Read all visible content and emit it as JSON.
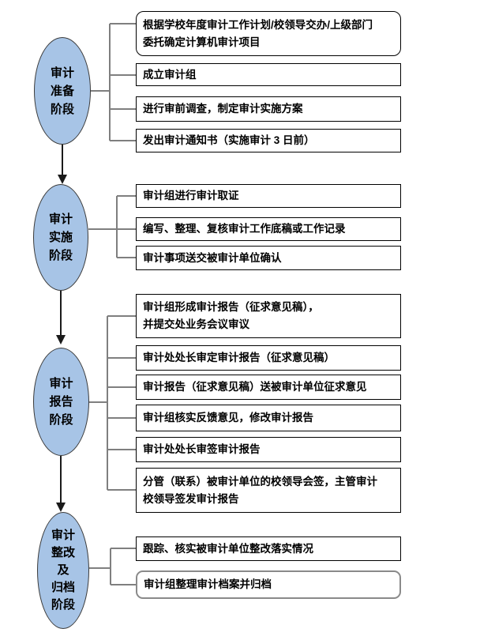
{
  "diagram": {
    "type": "flowchart",
    "colors": {
      "ellipse_fill": "#a7c4e6",
      "ellipse_border": "#3a3a3a",
      "box_border": "#000000",
      "rounded_box_border": "#8a8a8a",
      "connector": "#7f7f7f",
      "arrow": "#1a1a1a"
    },
    "stages": [
      {
        "id": "audit-preparation",
        "label_lines": [
          "审计",
          "准备",
          "阶段"
        ],
        "boxes": [
          {
            "shape": "rounded",
            "lines": [
              "根据学校年度审计工作计划/校领导交办/上级部门",
              "委托确定计算机审计项目"
            ]
          },
          {
            "shape": "rect",
            "lines": [
              "成立审计组"
            ]
          },
          {
            "shape": "rect",
            "lines": [
              "进行审前调查，制定审计实施方案"
            ]
          },
          {
            "shape": "rect",
            "lines": [
              "发出审计通知书（实施审计 3 日前）"
            ]
          }
        ]
      },
      {
        "id": "audit-implementation",
        "label_lines": [
          "审计",
          "实施",
          "阶段"
        ],
        "boxes": [
          {
            "shape": "rect",
            "lines": [
              "审计组进行审计取证"
            ]
          },
          {
            "shape": "rect",
            "lines": [
              "编写、整理、复核审计工作底稿或工作记录"
            ]
          },
          {
            "shape": "rect",
            "lines": [
              "审计事项送交被审计单位确认"
            ]
          }
        ]
      },
      {
        "id": "audit-report",
        "label_lines": [
          "审计",
          "报告",
          "阶段"
        ],
        "boxes": [
          {
            "shape": "rect",
            "lines": [
              "审计组形成审计报告（征求意见稿），",
              "并提交处业务会议审议"
            ]
          },
          {
            "shape": "rect",
            "lines": [
              "审计处处长审定审计报告（征求意见稿）"
            ]
          },
          {
            "shape": "rect",
            "lines": [
              "审计报告（征求意见稿）送被审计单位征求意见"
            ]
          },
          {
            "shape": "rect",
            "lines": [
              "审计组核实反馈意见，修改审计报告"
            ]
          },
          {
            "shape": "rect",
            "lines": [
              "审计处处长审签审计报告"
            ]
          },
          {
            "shape": "rect",
            "lines": [
              "分管（联系）被审计单位的校领导会签，主管审计",
              "校领导签发审计报告"
            ]
          }
        ]
      },
      {
        "id": "audit-rectification-archive",
        "label_lines": [
          "审计",
          "整改",
          "及",
          "归档",
          "阶段"
        ],
        "boxes": [
          {
            "shape": "rect",
            "lines": [
              "跟踪、核实被审计单位整改落实情况"
            ]
          },
          {
            "shape": "rounded-gray",
            "lines": [
              "审计组整理审计档案并归档"
            ]
          }
        ]
      }
    ]
  }
}
